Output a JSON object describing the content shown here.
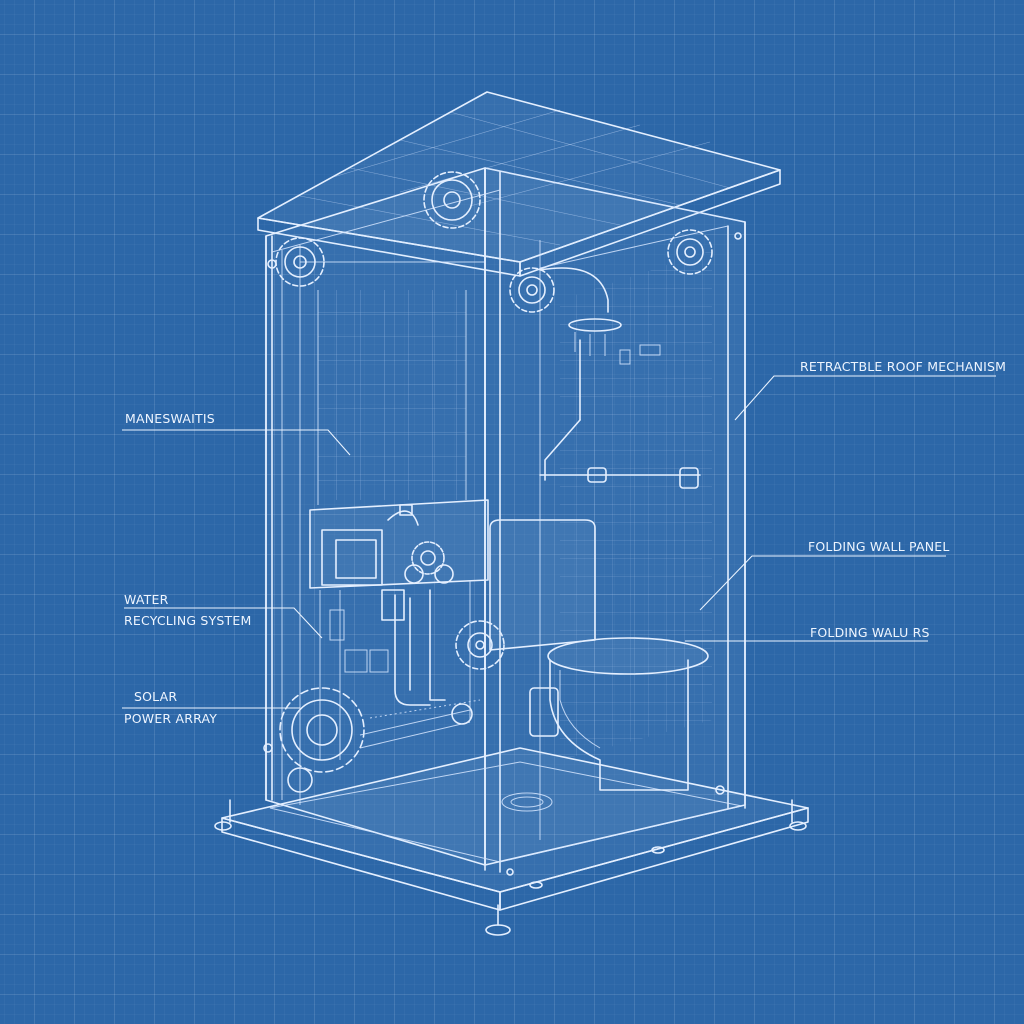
{
  "labels": {
    "maneswaitis": "MANESWAITIS",
    "water_line1": "WATER",
    "water_line2": "RECYCLING SYSTEM",
    "solar_line1": "SOLAR",
    "solar_line2": "POWER ARRAY",
    "retractable_roof": "RETRACTBLE ROOF MECHANISM",
    "folding_wall_panel": "FOLDING WALL PANEL",
    "folding_walls": "FOLDING WALU RS"
  },
  "colors": {
    "background": "#2c67a8",
    "line": "#e4efff"
  }
}
